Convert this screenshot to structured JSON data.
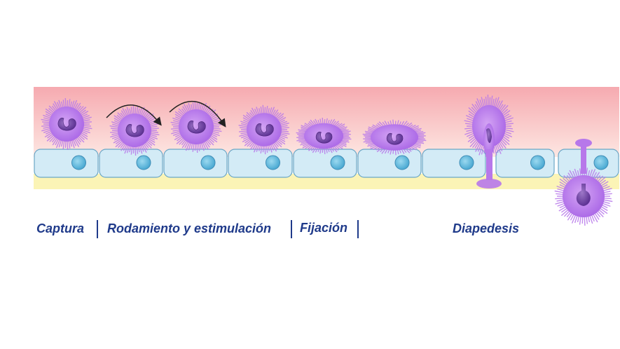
{
  "stages": {
    "capture": "Captura",
    "rolling": "Rodamiento y estimulación",
    "fixation": "Fijación",
    "diapedesis": "Diapedesis"
  },
  "colors": {
    "lumen_top": "#f6aab0",
    "lumen_bottom": "#fde3df",
    "basement": "#fbf4b6",
    "endothelial_fill": "#d3ebf6",
    "endothelial_stroke": "#6aa6c6",
    "nucleus": "#6cc0e0",
    "leukocyte": "#b778ea",
    "leukocyte_nucleus": "#6d3fa0",
    "label_text": "#1f3a8a"
  },
  "icons": [
    "leukocyte-icon",
    "endothelial-cell-icon",
    "rotation-arrow-icon"
  ]
}
